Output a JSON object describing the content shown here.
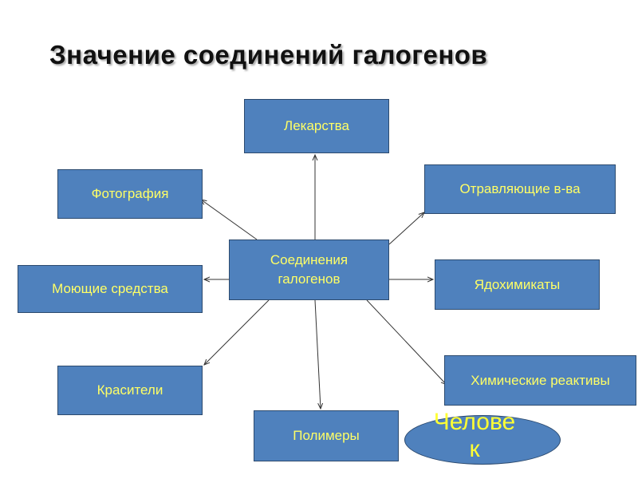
{
  "title": "Значение соединений галогенов",
  "center": {
    "line1": "Соединения",
    "line2": "галогенов"
  },
  "nodes": {
    "medicines": "Лекарства",
    "photography": "Фотография",
    "poisons": "Отравляющие в-ва",
    "detergents": "Моющие средства",
    "pesticides": "Ядохимикаты",
    "dyes": "Красители",
    "reagents": "Химические реактивы",
    "polymers": "Полимеры"
  },
  "human": {
    "line1": "Челове",
    "line2": "к"
  },
  "colors": {
    "box_fill": "#4f81bd",
    "box_text": "#ffff66",
    "border": "#2c4a6e"
  }
}
